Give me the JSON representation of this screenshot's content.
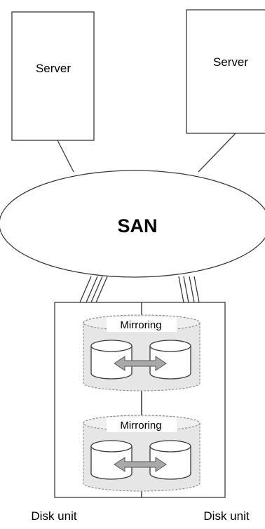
{
  "diagram": {
    "servers": [
      {
        "label": "Server"
      },
      {
        "label": "Server"
      }
    ],
    "network": {
      "label": "SAN"
    },
    "mirror_groups": [
      {
        "label": "Mirroring"
      },
      {
        "label": "Mirroring"
      }
    ],
    "disk_units": [
      {
        "label": "Disk unit"
      },
      {
        "label": "Disk unit"
      }
    ]
  },
  "colors": {
    "stroke": "#3a3a3a",
    "background": "#ffffff",
    "mirror_band": "#e6e6e6",
    "arrow_fill": "#a9a9a9"
  }
}
